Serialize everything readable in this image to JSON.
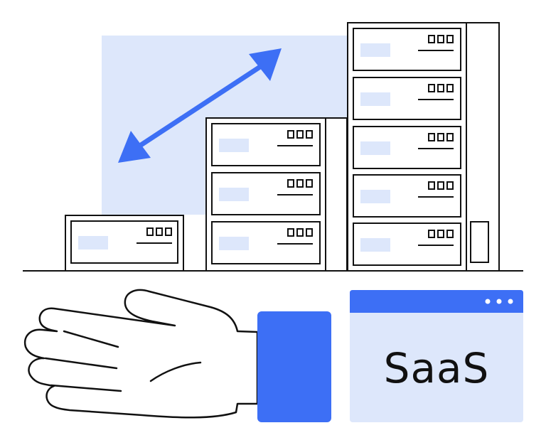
{
  "illustration": {
    "subject": "saas-server-scaling",
    "saas_window": {
      "label": "SaaS",
      "menu_dots": 3
    },
    "server_racks": [
      {
        "name": "small",
        "units": 1
      },
      {
        "name": "medium",
        "units": 3
      },
      {
        "name": "large",
        "units": 5
      }
    ],
    "colors": {
      "accent": "#3d6ff5",
      "light_blue": "#dde7fb",
      "stroke": "#111111",
      "background": "#ffffff"
    },
    "icons": [
      "hand-icon",
      "double-arrow-icon",
      "server-rack-icon",
      "browser-window-icon"
    ]
  }
}
